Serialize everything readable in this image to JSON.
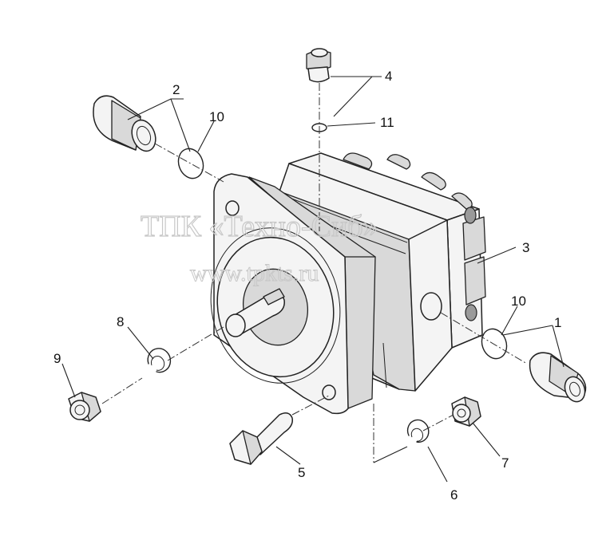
{
  "watermark": {
    "name": "ТПК «Техно-Сиб»",
    "url": "www.tpkts.ru"
  },
  "callouts": [
    "1",
    "2",
    "3",
    "4",
    "5",
    "6",
    "7",
    "8",
    "9",
    "10",
    "10",
    "11"
  ]
}
